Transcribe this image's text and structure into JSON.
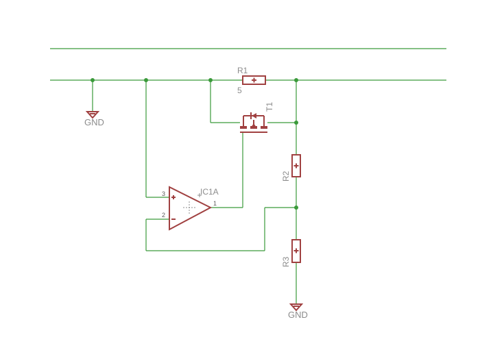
{
  "schematic": {
    "gnd_left_label": "GND",
    "gnd_bottom_label": "GND",
    "r1_name": "R1",
    "r1_value": "5",
    "t1_name": "T1",
    "r2_name": "R2",
    "r3_name": "R3",
    "opamp_name": "IC1A",
    "pin_noninv": "3",
    "pin_inv": "2",
    "pin_out": "1",
    "wire_color": "#3a9a3a",
    "symbol_color": "#a04040"
  }
}
